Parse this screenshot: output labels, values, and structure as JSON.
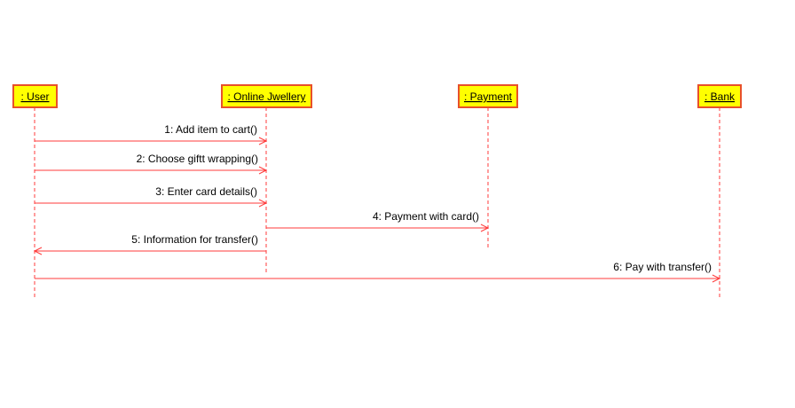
{
  "colors": {
    "object_fill": "#ffff00",
    "object_border": "#e8502a",
    "line": "#ff3b3b",
    "text": "#000000",
    "background": "#ffffff"
  },
  "objects": [
    {
      "id": "user",
      "label": ": User"
    },
    {
      "id": "online-jwellery",
      "label": ": Online Jwellery"
    },
    {
      "id": "payment",
      "label": ": Payment"
    },
    {
      "id": "bank",
      "label": ": Bank"
    }
  ],
  "messages": [
    {
      "from": "user",
      "to": "online-jwellery",
      "label": "1: Add item to cart()"
    },
    {
      "from": "user",
      "to": "online-jwellery",
      "label": "2: Choose giftt wrapping()"
    },
    {
      "from": "user",
      "to": "online-jwellery",
      "label": "3: Enter card details()"
    },
    {
      "from": "online-jwellery",
      "to": "payment",
      "label": "4: Payment with card()"
    },
    {
      "from": "online-jwellery",
      "to": "user",
      "label": "5: Information for transfer()"
    },
    {
      "from": "user",
      "to": "bank",
      "label": "6: Pay with transfer()"
    }
  ]
}
